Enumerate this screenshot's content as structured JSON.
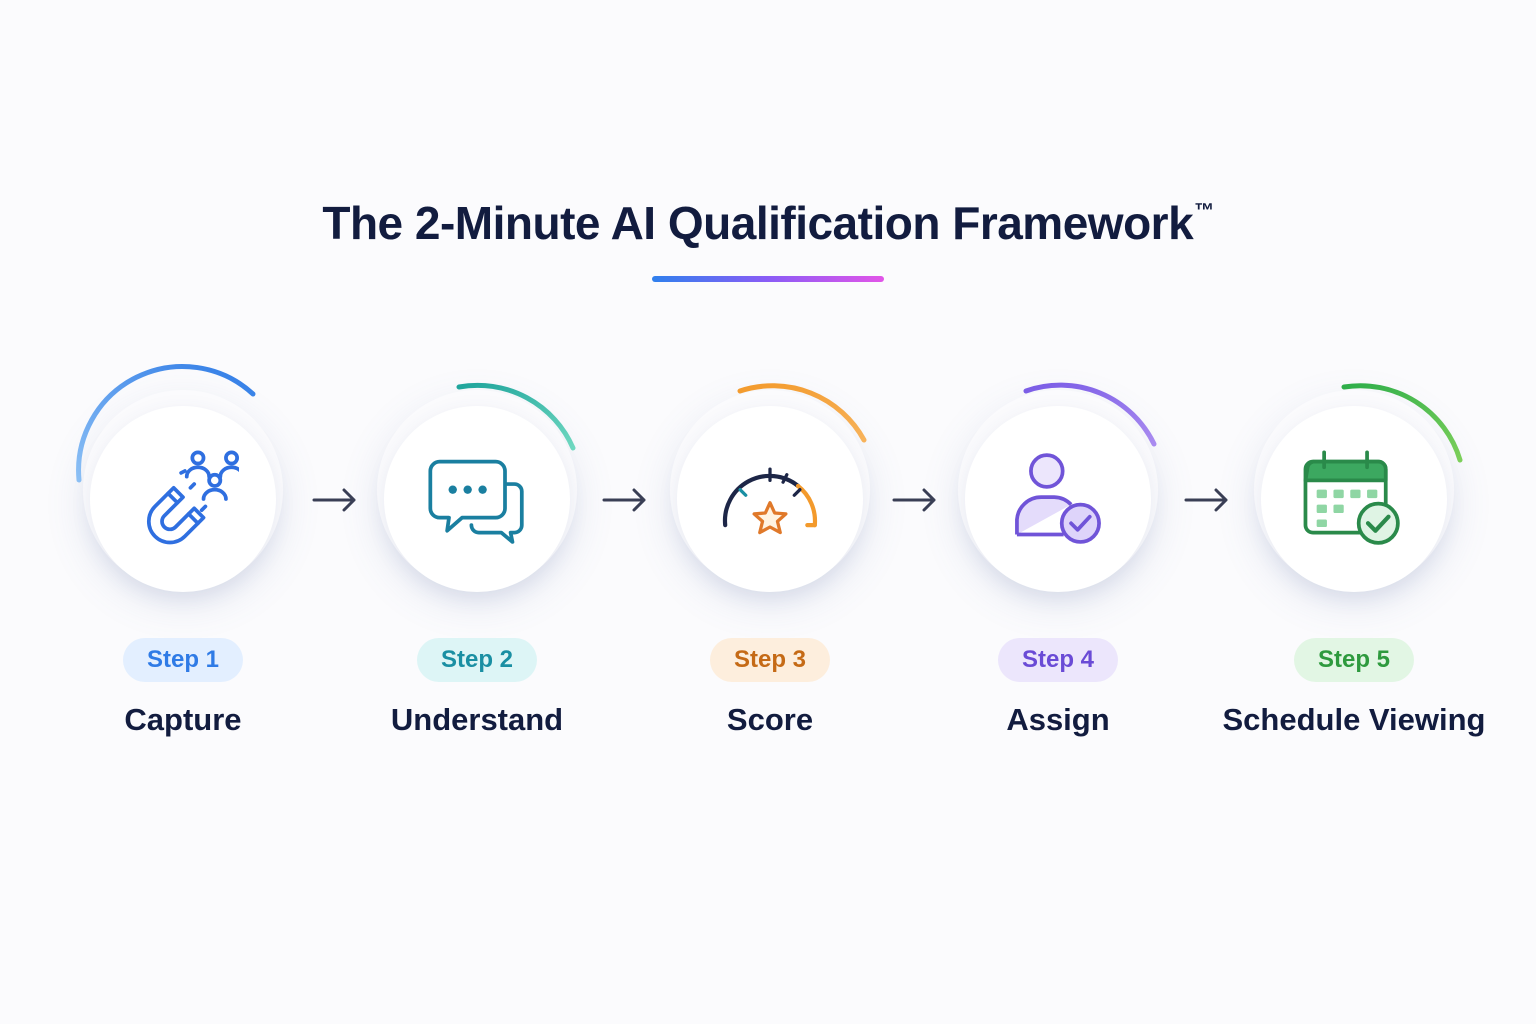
{
  "title": "The 2-Minute AI Qualification Framework",
  "trademark": "™",
  "colors": {
    "title": "#121c3f",
    "underline": [
      "#2f80ed",
      "#8a5cf6",
      "#e255e8"
    ]
  },
  "steps": [
    {
      "pill": "Step 1",
      "label": "Capture",
      "icon": "magnet-icon",
      "accent": "#2f7be6",
      "pill_bg": "#e3efff"
    },
    {
      "pill": "Step 2",
      "label": "Understand",
      "icon": "chat-bubbles-icon",
      "accent": "#1a8fa3",
      "pill_bg": "#ddf5f6"
    },
    {
      "pill": "Step 3",
      "label": "Score",
      "icon": "gauge-star-icon",
      "accent": "#c56a16",
      "pill_bg": "#fdeedd"
    },
    {
      "pill": "Step 4",
      "label": "Assign",
      "icon": "user-check-icon",
      "accent": "#6a4bd6",
      "pill_bg": "#ece6fc"
    },
    {
      "pill": "Step 5",
      "label": "Schedule Viewing",
      "icon": "calendar-check-icon",
      "accent": "#2e9a3e",
      "pill_bg": "#e2f6e4"
    }
  ]
}
